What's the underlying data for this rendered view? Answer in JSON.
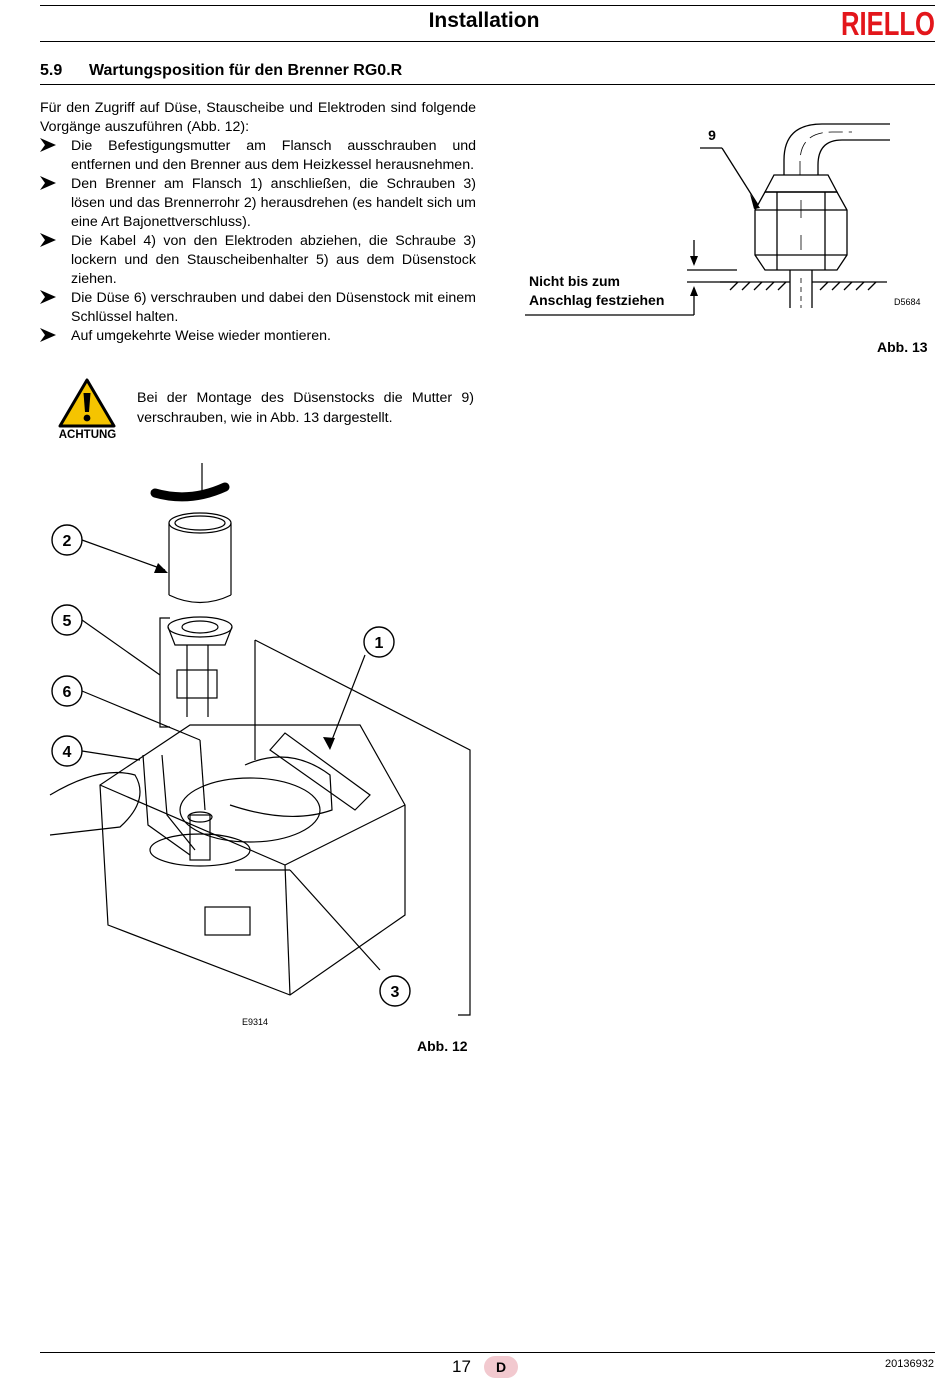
{
  "header": {
    "title": "Installation",
    "brand": "RIELLO",
    "brand_color": "#e3161b"
  },
  "section": {
    "number": "5.9",
    "title": "Wartungsposition für den Brenner RG0.R"
  },
  "intro": "Für den Zugriff auf Düse, Stauscheibe und Elektroden sind folgende Vorgänge auszuführen (Abb. 12):",
  "steps": [
    "Die Befestigungsmutter am Flansch ausschrauben und entfernen und den Brenner aus dem Heizkessel herausnehmen.",
    "Den Brenner am Flansch 1) anschließen, die Schrauben 3) lösen und das Brennerrohr 2) herausdrehen (es handelt sich um eine Art Bajonettverschluss).",
    "Die Kabel 4) von den Elektroden abziehen, die Schraube 3) lockern und den Stauscheibenhalter 5) aus dem Düsenstock ziehen.",
    " Die Düse 6) verschrauben und dabei den Düsenstock mit einem Schlüssel halten.",
    "Auf umgekehrte Weise wieder montieren."
  ],
  "warning": {
    "label": "ACHTUNG",
    "text": "Bei der Montage des Düsenstocks die Mutter 9) verschrauben, wie in Abb. 13 dargestellt.",
    "color": "#f5c400"
  },
  "figure13": {
    "callout": "9",
    "note_line1": "Nicht bis zum",
    "note_line2": "Anschlag festziehen",
    "code": "D5684",
    "caption": "Abb. 13"
  },
  "figure12": {
    "callouts": [
      "2",
      "5",
      "6",
      "4",
      "1",
      "3"
    ],
    "code": "E9314",
    "caption": "Abb. 12"
  },
  "footer": {
    "page": "17",
    "language": "D",
    "doc_code": "20136932"
  }
}
